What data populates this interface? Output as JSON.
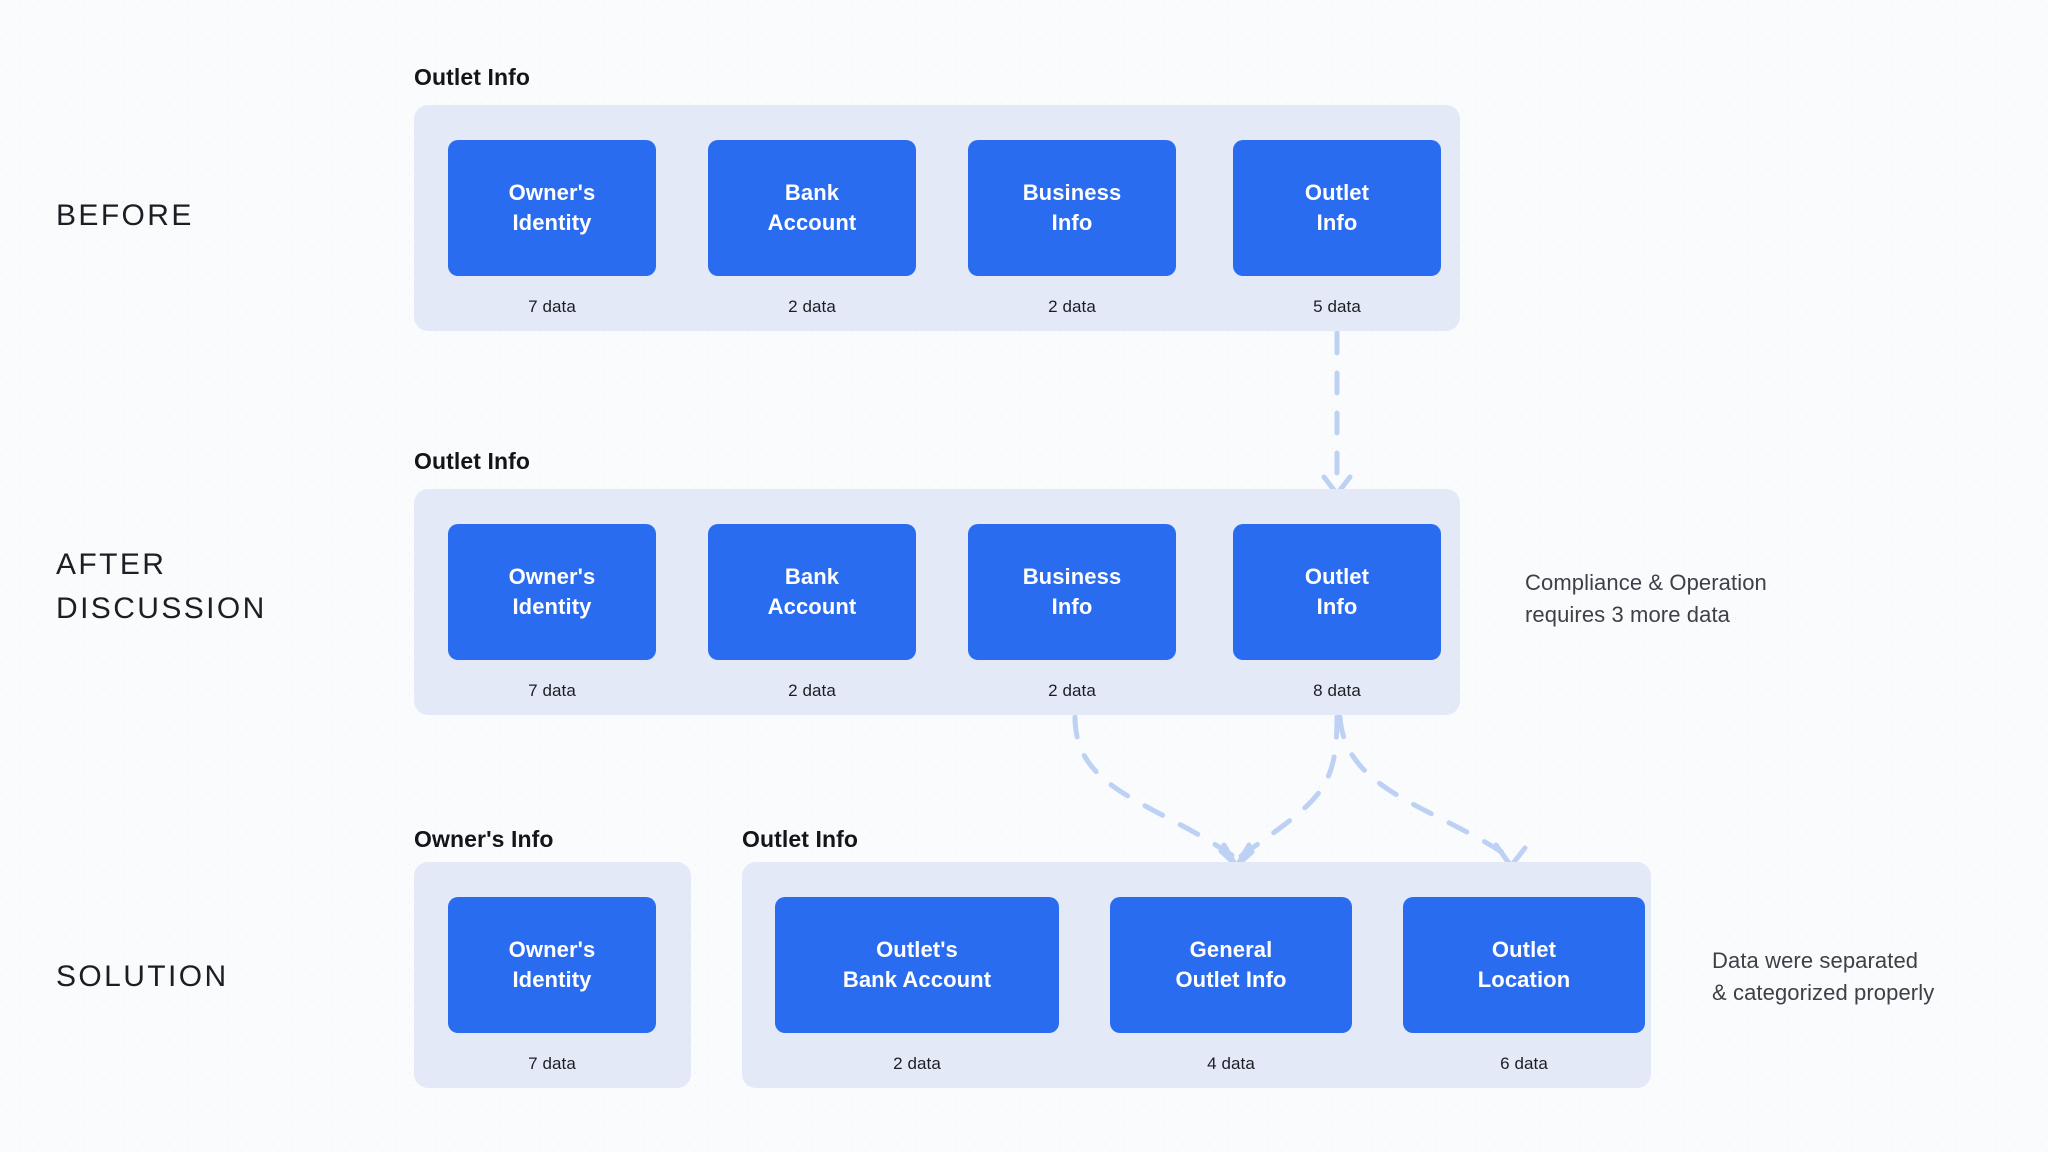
{
  "diagram": {
    "background": "#fafbfc",
    "card_color": "#2a6cf0",
    "panel_color": "#e4e9f8",
    "connector_color": "#bcd1f4",
    "stages": [
      {
        "label": "BEFORE",
        "groups": [
          {
            "title": "Outlet Info",
            "cards": [
              {
                "label": "Owner's\nIdentity",
                "count": "7 data"
              },
              {
                "label": "Bank\nAccount",
                "count": "2 data"
              },
              {
                "label": "Business\nInfo",
                "count": "2 data"
              },
              {
                "label": "Outlet\nInfo",
                "count": "5 data"
              }
            ]
          }
        ],
        "note": ""
      },
      {
        "label": "AFTER\nDISCUSSION",
        "groups": [
          {
            "title": "Outlet Info",
            "cards": [
              {
                "label": "Owner's\nIdentity",
                "count": "7 data"
              },
              {
                "label": "Bank\nAccount",
                "count": "2 data"
              },
              {
                "label": "Business\nInfo",
                "count": "2 data"
              },
              {
                "label": "Outlet\nInfo",
                "count": "8 data"
              }
            ]
          }
        ],
        "note": "Compliance & Operation\nrequires 3 more data"
      },
      {
        "label": "SOLUTION",
        "groups": [
          {
            "title": "Owner's Info",
            "cards": [
              {
                "label": "Owner's\nIdentity",
                "count": "7 data"
              }
            ]
          },
          {
            "title": "Outlet Info",
            "cards": [
              {
                "label": "Outlet's\nBank Account",
                "count": "2 data"
              },
              {
                "label": "General\nOutlet Info",
                "count": "4 data"
              },
              {
                "label": "Outlet\nLocation",
                "count": "6 data"
              }
            ]
          }
        ],
        "note": "Data were separated\n& categorized properly"
      }
    ],
    "connectors": [
      {
        "name": "before-outlet-info-to-after-outlet-info",
        "from": "BEFORE / Outlet Info",
        "to": "AFTER DISCUSSION / Outlet Info"
      },
      {
        "name": "after-business-info-to-general-outlet-info",
        "from": "AFTER DISCUSSION / Business Info",
        "to": "SOLUTION / General Outlet Info"
      },
      {
        "name": "after-outlet-info-to-general-outlet-info",
        "from": "AFTER DISCUSSION / Outlet Info",
        "to": "SOLUTION / General Outlet Info"
      },
      {
        "name": "after-outlet-info-to-outlet-location",
        "from": "AFTER DISCUSSION / Outlet Info",
        "to": "SOLUTION / Outlet Location"
      }
    ]
  }
}
